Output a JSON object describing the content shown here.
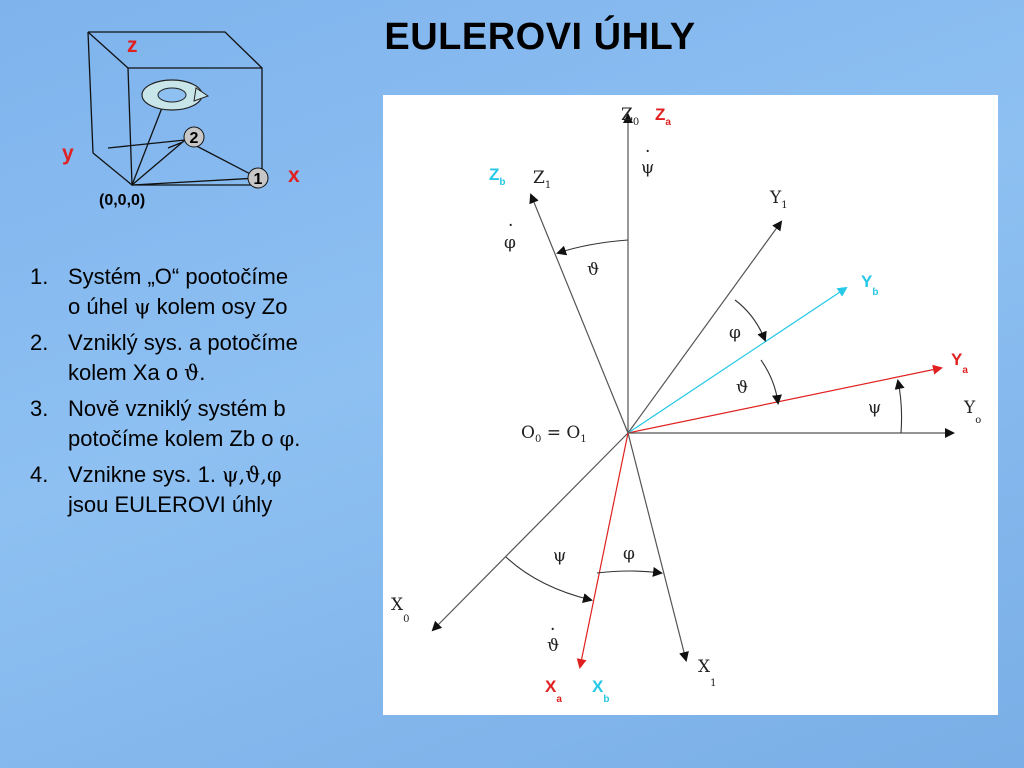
{
  "slide": {
    "title": "EULEROVI ÚHLY"
  },
  "cube": {
    "axis_z": "z",
    "axis_y": "y",
    "axis_x": "x",
    "origin": "(0,0,0)",
    "point_1": "1",
    "point_2": "2"
  },
  "steps": [
    {
      "num": "1.",
      "line1_a": "Systém „O“ pootočíme",
      "line2_a": "o úhel ",
      "sym": "ψ",
      "line2_b": " kolem osy Zo"
    },
    {
      "num": "2.",
      "line1_a": "Vzniklý sys. a potočíme",
      "line2_a": "kolem Xa o ",
      "sym": "ϑ",
      "line2_b": "."
    },
    {
      "num": "3.",
      "line1_a": "Nově vzniklý systém b",
      "line2_a": "potočíme kolem Zb o ",
      "sym": "φ",
      "line2_b": "."
    },
    {
      "num": "4.",
      "line1_a": "Vznikne sys. 1. ",
      "sym": "ψ,ϑ,φ",
      "line2_a": "jsou EULEROVI úhly",
      "line2_b": ""
    }
  ],
  "diagram": {
    "origin_label": "O",
    "origin_sub_0": "0",
    "origin_eq": " = O",
    "origin_sub_1": "1",
    "axes": {
      "Z0": {
        "main": "Z",
        "sub": "0",
        "color": "#555555"
      },
      "Za": {
        "main": "Z",
        "sub": "a",
        "color": "#e02020"
      },
      "Z1": {
        "main": "Z",
        "sub": "1",
        "color": "#555555"
      },
      "Zb": {
        "main": "Z",
        "sub": "b",
        "color": "#25c8e6"
      },
      "Y1": {
        "main": "Y",
        "sub": "1",
        "color": "#555555"
      },
      "Yb": {
        "main": "Y",
        "sub": "b",
        "color": "#25c8e6"
      },
      "Ya": {
        "main": "Y",
        "sub": "a",
        "color": "#e02020"
      },
      "Y0": {
        "main": "Y",
        "sub": "o",
        "color": "#555555"
      },
      "X0": {
        "main": "X",
        "sub": "0",
        "color": "#555555"
      },
      "X1": {
        "main": "X",
        "sub": "1",
        "color": "#555555"
      },
      "Xa": {
        "main": "X",
        "sub": "a",
        "color": "#e02020"
      },
      "Xb": {
        "main": "X",
        "sub": "b",
        "color": "#25c8e6"
      }
    },
    "angles": {
      "psi": "ψ",
      "theta": "ϑ",
      "phi": "φ",
      "psi_dot": "ψ",
      "theta_dot": "ϑ",
      "phi_dot": "φ"
    }
  }
}
